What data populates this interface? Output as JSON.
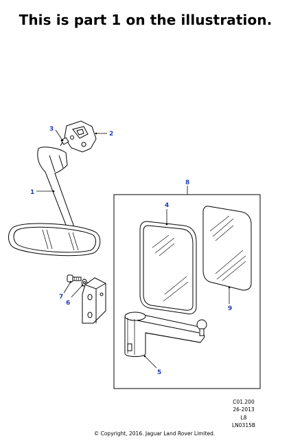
{
  "heading": "This is part 1 on the illustration.",
  "callouts": [
    "1",
    "2",
    "3",
    "4",
    "5",
    "6",
    "7",
    "8",
    "9"
  ],
  "info": {
    "line1": "C01.200",
    "line2": "26-2013",
    "line3": "L8",
    "line4": "LN0315B"
  },
  "copyright": "© Copyright, 2016. Jaguar Land Rover Limited.",
  "colors": {
    "callout": "#1f3fb8",
    "line": "#000000",
    "background": "#ffffff"
  }
}
